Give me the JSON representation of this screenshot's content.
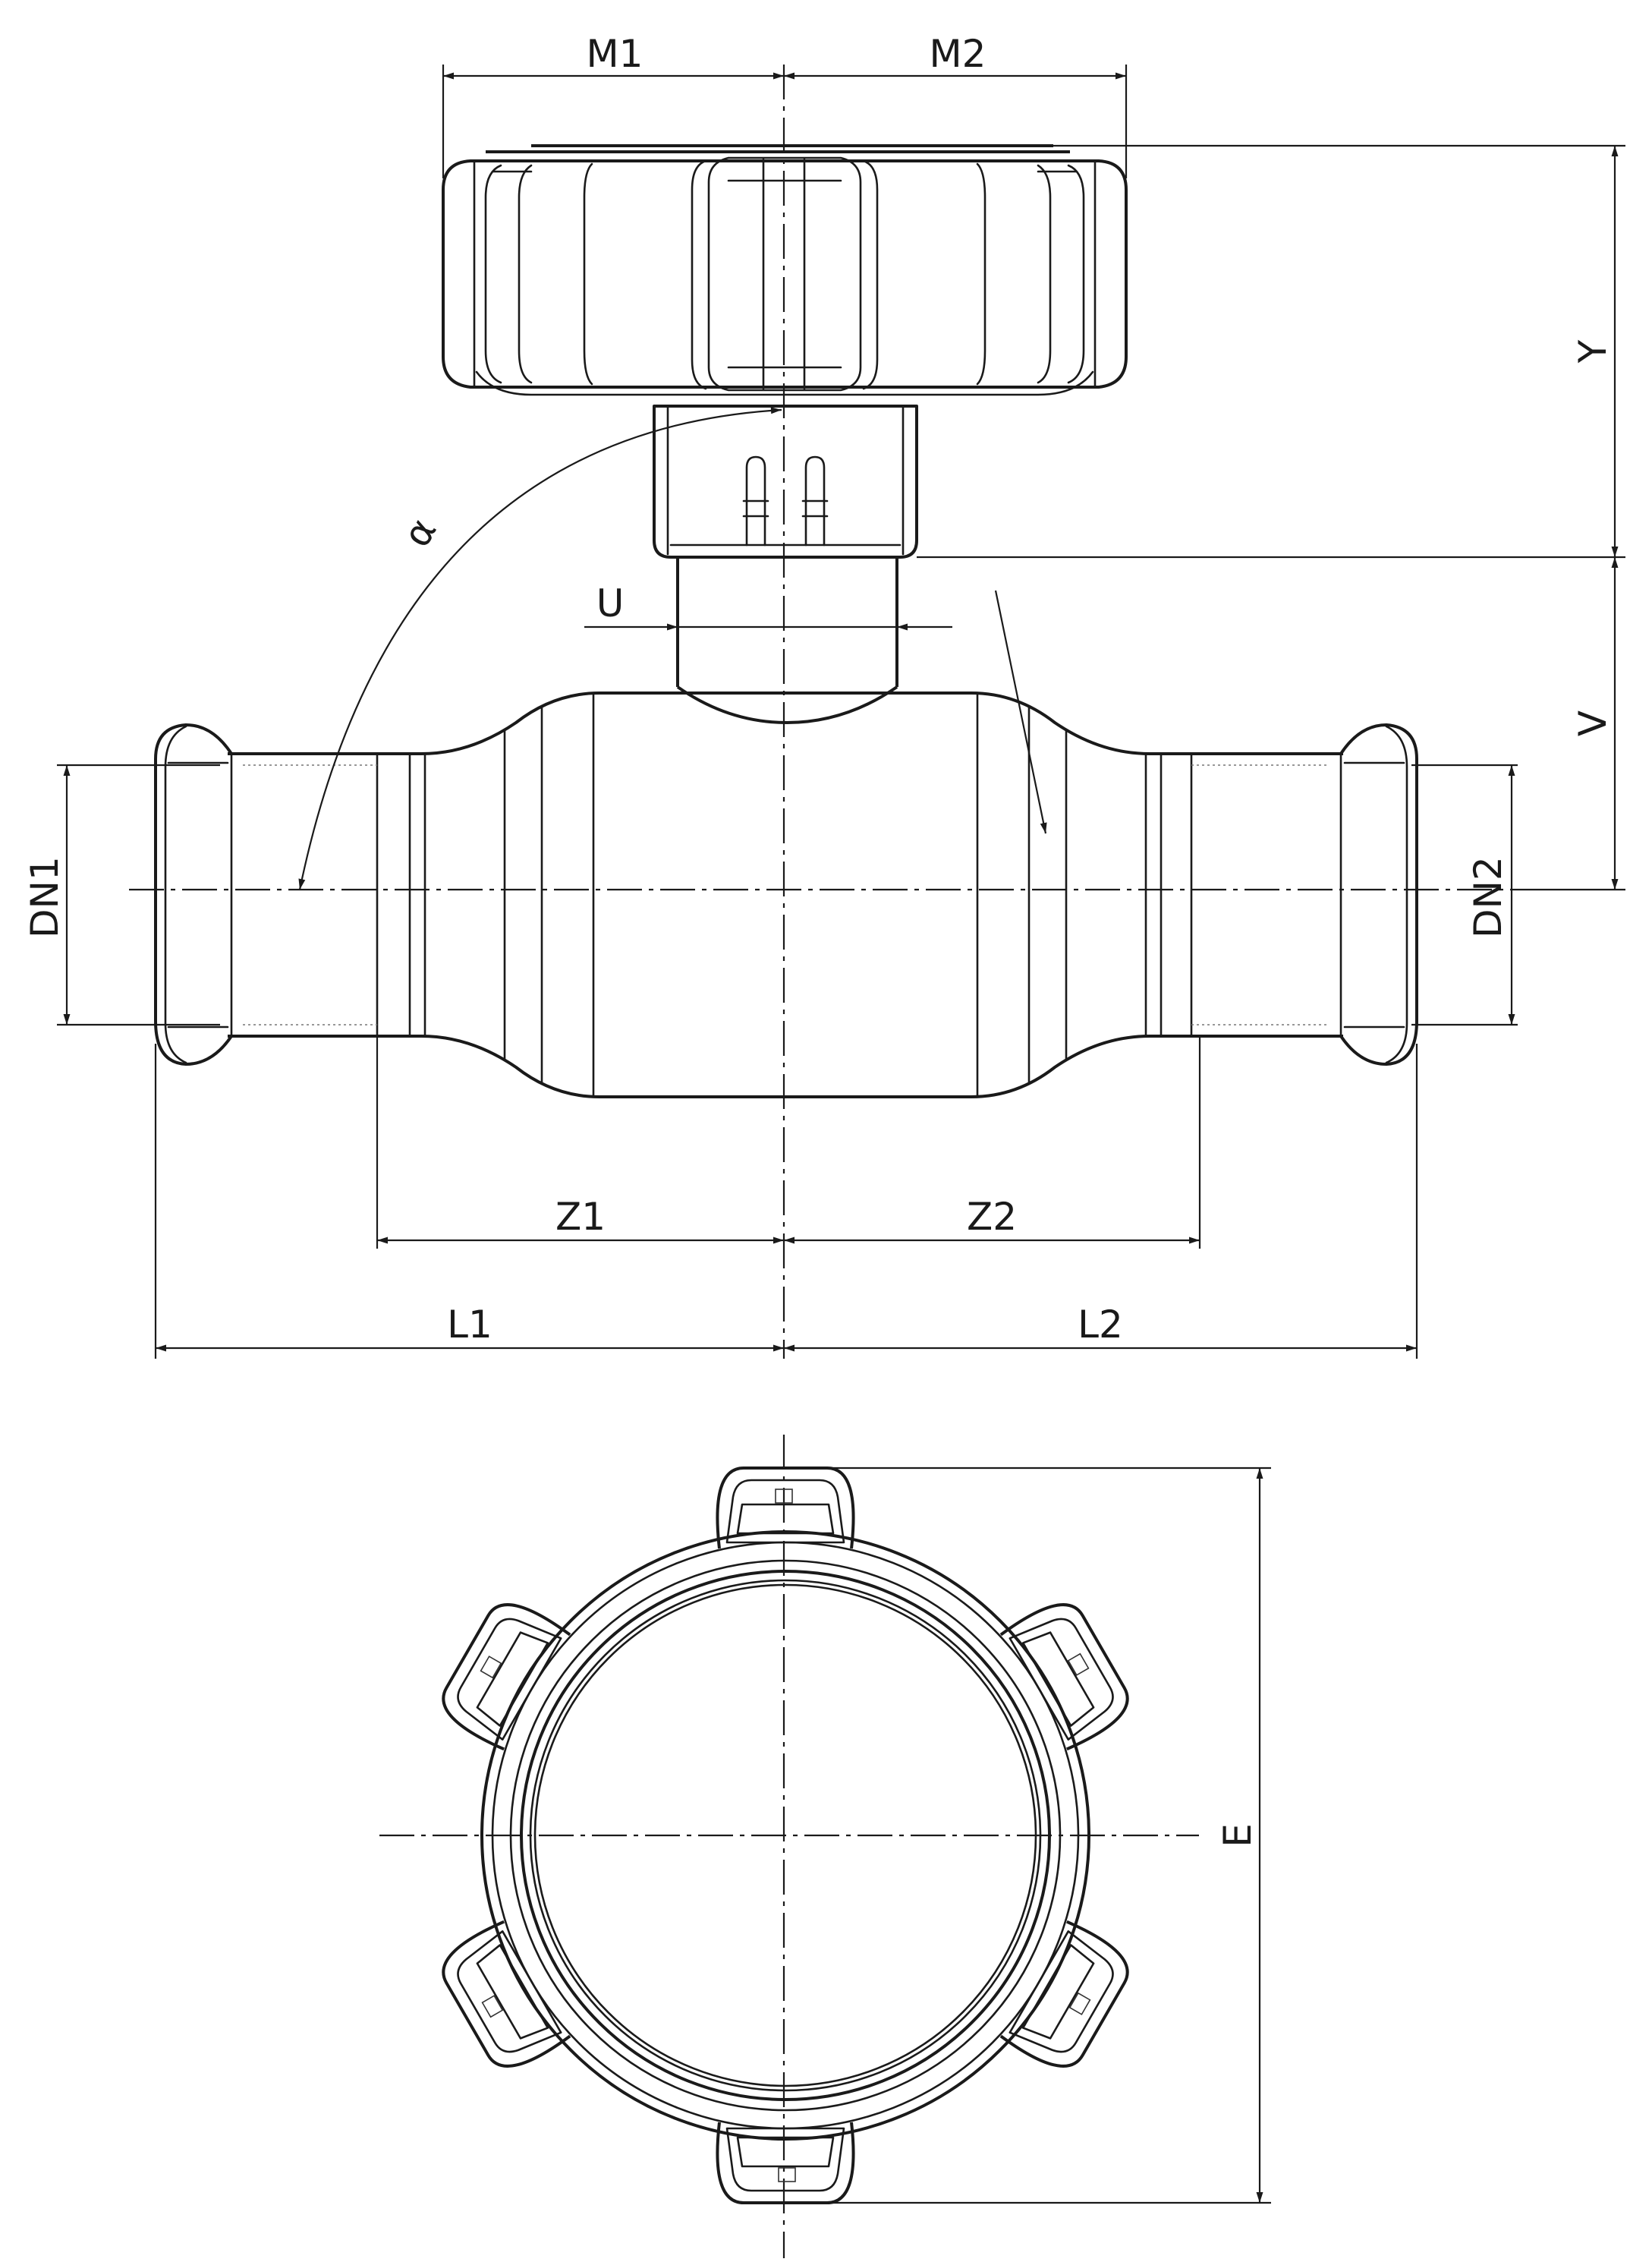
{
  "dimensions": {
    "m1": "M1",
    "m2": "M2",
    "y": "Y",
    "v": "V",
    "u": "U",
    "alpha": "α",
    "dn1": "DN1",
    "dn2": "DN2",
    "z1": "Z1",
    "z2": "Z2",
    "l1": "L1",
    "l2": "L2",
    "e": "E"
  }
}
